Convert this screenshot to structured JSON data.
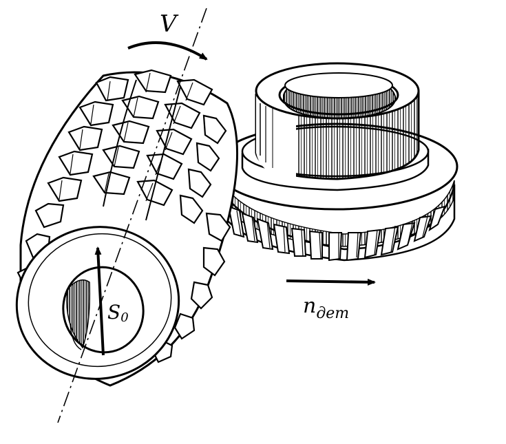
{
  "labels": {
    "cutter_speed": "V",
    "axial_feed": "S",
    "axial_feed_sub": "0",
    "workpiece_rotation": "n",
    "workpiece_rotation_sub": "дет"
  },
  "colors": {
    "ink": "#000000",
    "paper": "#ffffff"
  }
}
